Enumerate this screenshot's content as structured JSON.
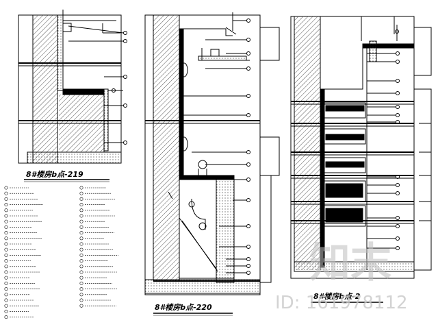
{
  "drawing": {
    "detail_labels": {
      "left": "8#楼房b点-219",
      "middle": "8#楼房b点-220",
      "right": "8#楼房b点-2"
    }
  },
  "watermark": {
    "brand": "知末",
    "id_text": "ID: 161978112"
  },
  "colors": {
    "line": "#000000",
    "hatch": "#555555",
    "watermark": "#bdbdbd"
  }
}
